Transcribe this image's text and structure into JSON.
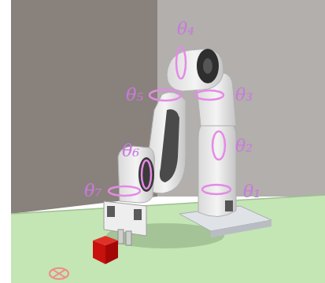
{
  "diagram": {
    "labels": [
      "θ₄",
      "θ₅",
      "θ₃",
      "θ₂",
      "θ₆",
      "θ₇",
      "θ₁"
    ]
  }
}
